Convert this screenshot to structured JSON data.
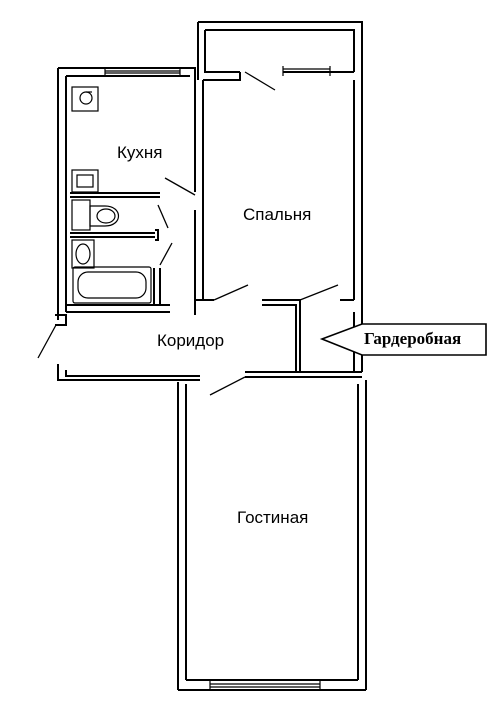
{
  "rooms": {
    "kitchen": "Кухня",
    "bedroom": "Спальня",
    "corridor": "Коридор",
    "living": "Гостиная"
  },
  "callout": {
    "label": "Гардеробная"
  }
}
